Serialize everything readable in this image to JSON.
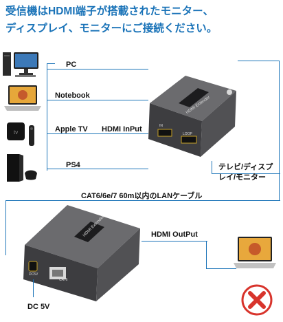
{
  "heading": {
    "line1": "受信機はHDMI端子が搭載されたモニター、",
    "line2": "ディスプレイ、モニターにご接続ください。"
  },
  "sources": {
    "pc": "PC",
    "notebook": "Notebook",
    "apple_tv": "Apple TV",
    "ps4": "PS4"
  },
  "transmitter": {
    "brand": "HDMI Extender",
    "hdmi_input_label": "HDMI InPut",
    "port_in": "IN",
    "port_loop": "LOOP",
    "loop_label_line1": "テレビ/ディスプ",
    "loop_label_line2": "レイ/モニター"
  },
  "cable_label": "CAT6/6e/7 60m以内のLANケーブル",
  "receiver": {
    "brand": "HDMI Extender",
    "port_dc": "DC5V",
    "port_cat": "CAT6",
    "output_label": "HDMI OutPut",
    "power_label": "DC 5V"
  },
  "colors": {
    "accent": "#1a73b8",
    "device": "#4a4a4c",
    "x_mark": "#d8342c"
  }
}
